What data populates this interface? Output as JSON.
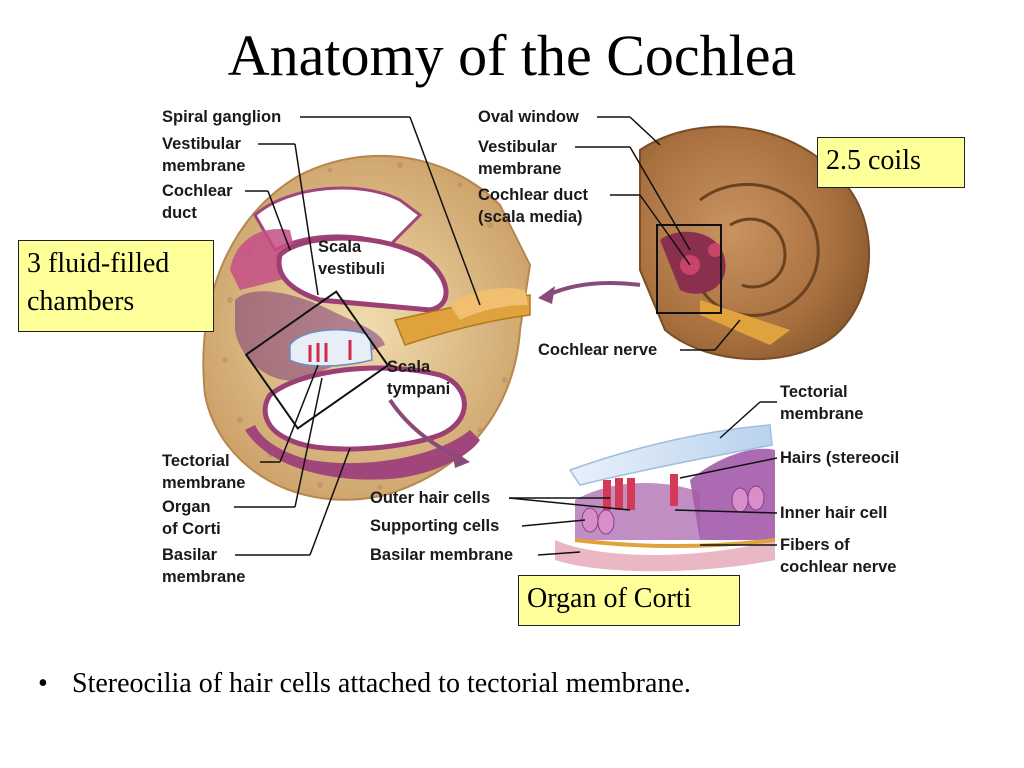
{
  "slide": {
    "title": "Anatomy of the Cochlea",
    "bullet_marker": "•",
    "bullet_text": "Stereocilia of hair cells attached to tectorial membrane."
  },
  "callouts": {
    "coils": "2.5 coils",
    "chambers": "3 fluid-filled\nchambers",
    "organ_of_corti": "Organ of Corti"
  },
  "labels": {
    "spiral_ganglion": "Spiral ganglion",
    "vestibular_membrane_left": "Vestibular\nmembrane",
    "cochlear_duct_left": "Cochlear\nduct",
    "scala_vestibuli": "Scala\nvestibuli",
    "scala_tympani": "Scala\ntympani",
    "tectorial_membrane_left": "Tectorial\nmembrane",
    "organ_of_corti_left": "Organ\nof Corti",
    "basilar_membrane_left": "Basilar\nmembrane",
    "oval_window": "Oval window",
    "vestibular_membrane_right": "Vestibular\nmembrane",
    "cochlear_duct_right": "Cochlear duct\n(scala media)",
    "cochlear_nerve": "Cochlear nerve",
    "tectorial_membrane_right": "Tectorial\nmembrane",
    "hairs_stereocilia": "Hairs (stereocil",
    "outer_hair_cells": "Outer hair cells",
    "supporting_cells": "Supporting cells",
    "basilar_membrane_right": "Basilar membrane",
    "inner_hair_cell": "Inner hair cell",
    "fibers_cochlear_nerve": "Fibers of\ncochlear nerve"
  },
  "colors": {
    "callout_fill": "#ffff99",
    "bone": "#d9b885",
    "membrane_purple": "#a0467a",
    "nerve_orange": "#e0a23c",
    "cochlea_brown": "#b07a46",
    "tectorial_blue": "#cfe1f3"
  }
}
